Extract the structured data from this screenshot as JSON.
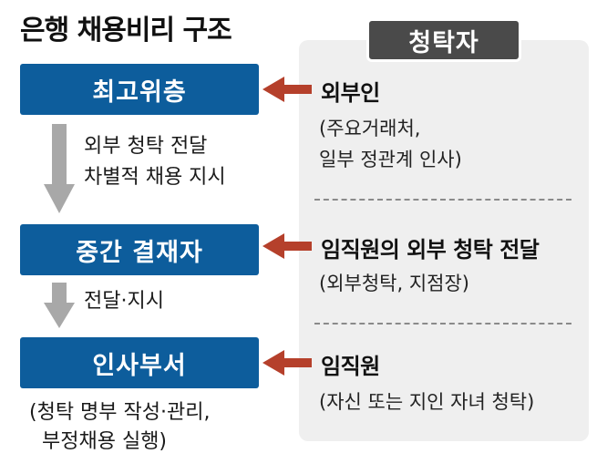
{
  "title": "은행 채용비리 구조",
  "panel_label": "청탁자",
  "levels": [
    {
      "label": "최고위층"
    },
    {
      "label": "중간 결재자"
    },
    {
      "label": "인사부서"
    }
  ],
  "flows": [
    {
      "line1": "외부 청탁 전달",
      "line2": "차별적 채용 지시"
    },
    {
      "line1": "전달·지시"
    }
  ],
  "hr_note": {
    "line1": "(청탁 명부 작성·관리,",
    "line2": "부정채용 실행)"
  },
  "requesters": [
    {
      "title": "외부인",
      "line1": "(주요거래처,",
      "line2": "일부 정관계 인사)"
    },
    {
      "title": "임직원의 외부 청탁 전달",
      "line1": "(외부청탁, 지점장)"
    },
    {
      "title": "임직원",
      "line1": "(자신 또는 지인 자녀 청탁)"
    }
  ],
  "colors": {
    "box": "#0d5d9c",
    "arrow_red": "#b5402b",
    "arrow_gray": "#a8a8a8",
    "panel": "#efefef",
    "tab": "#4a4a4a"
  }
}
